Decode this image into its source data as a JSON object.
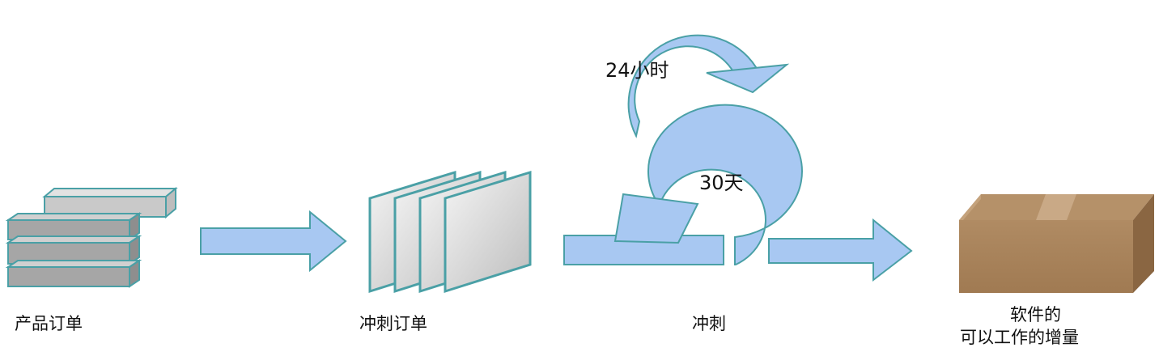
{
  "stages": {
    "product_backlog": "产品订单",
    "sprint_backlog": "冲刺订单",
    "sprint": "冲刺",
    "increment_line1": "软件的",
    "increment_line2": "可以工作的增量"
  },
  "cycles": {
    "daily": "24小时",
    "sprint": "30天"
  },
  "colors": {
    "arrow_fill": "#a8c8f2",
    "arrow_stroke": "#4aa0a6",
    "block_fill": "#a5a5a5",
    "block_top": "#c8c8c8",
    "box_fill": "#a9825a"
  }
}
